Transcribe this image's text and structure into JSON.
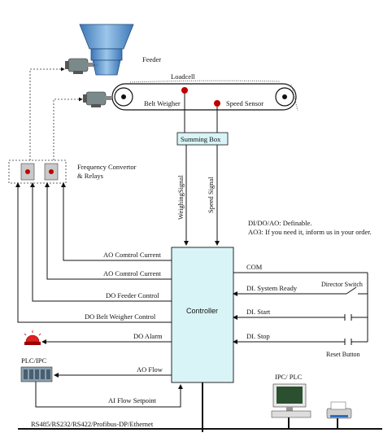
{
  "labels": {
    "feeder": "Feeder",
    "loadcell": "Loadcell",
    "belt_weigher": "Belt Weigher",
    "speed_sensor": "Speed Sensor",
    "summing_box": "Summing Box",
    "freq_convertor_1": "Frequency Convertor",
    "freq_convertor_2": "& Relays",
    "weighing_signal": "WeighingSignal",
    "speed_signal": "Speed Signal",
    "definable_1": "DI/DO/AO: Definable.",
    "definable_2": "AO3: If you need it, inform us in your order.",
    "ao_control_1": "AO Comtrol  Current",
    "ao_control_2": "AO Comtrol  Current",
    "do_feeder": "DO Feeder  Control",
    "do_belt": "DO Belt  Weigher  Control",
    "do_alarm": "DO Alarm",
    "ao_flow": "AO Flow",
    "ai_flow": "AI Flow  Setpoint",
    "plc_ipc_left": "PLC/IPC",
    "com": "COM",
    "di_ready": "DI. System Ready",
    "di_start": "DI. Start",
    "di_stop": "DI. Stop",
    "director_switch": "Director Switch",
    "reset_button": "Reset Button",
    "controller": "Controller",
    "ipc_plc_right": "IPC/ PLC",
    "bus": "RS485/RS232/RS422/Profibus-DP/Ethernet"
  },
  "colors": {
    "controller_fill": "#d9f4f7",
    "summing_fill": "#d9f4f7",
    "hopper_fill": "#6fa8dc",
    "alarm_red": "#e02020",
    "sensor_red": "#c00000"
  }
}
